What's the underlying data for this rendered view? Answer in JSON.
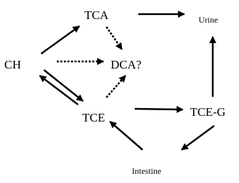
{
  "diagram": {
    "nodes": {
      "ch": "CH",
      "tca": "TCA",
      "dca": "DCA?",
      "tce": "TCE",
      "tceg": "TCE-G",
      "urine": "Urine",
      "intestine": "Intestine"
    },
    "edges": [
      {
        "from": "ch",
        "to": "tca",
        "style": "solid"
      },
      {
        "from": "ch",
        "to": "dca",
        "style": "dotted"
      },
      {
        "from": "ch",
        "to": "tce",
        "style": "solid"
      },
      {
        "from": "tce",
        "to": "ch",
        "style": "solid"
      },
      {
        "from": "tca",
        "to": "urine",
        "style": "solid"
      },
      {
        "from": "tca",
        "to": "dca",
        "style": "dotted"
      },
      {
        "from": "tce",
        "to": "dca",
        "style": "dotted"
      },
      {
        "from": "tce",
        "to": "tceg",
        "style": "solid"
      },
      {
        "from": "tceg",
        "to": "urine",
        "style": "solid"
      },
      {
        "from": "tceg",
        "to": "intestine",
        "style": "solid"
      },
      {
        "from": "intestine",
        "to": "tce",
        "style": "solid"
      }
    ],
    "colors": {
      "ink": "#000000",
      "background": "#ffffff"
    }
  }
}
